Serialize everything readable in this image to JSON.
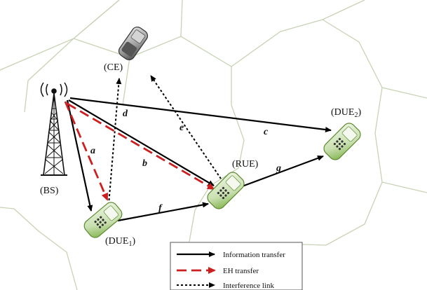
{
  "nodes": {
    "bs": "(BS)",
    "ce": "(CE)",
    "due1": "(DUE",
    "due1_sub": "1",
    "due2": "(DUE",
    "due2_sub": "2",
    "rue": "(RUE)",
    "close_paren": ")"
  },
  "links": {
    "a": "a",
    "b": "b",
    "c": "c",
    "d": "d",
    "e": "e",
    "f": "f",
    "g": "g"
  },
  "legend": {
    "information": "Information transfer",
    "eh": "EH transfer",
    "interference": "Interference link"
  },
  "colors": {
    "information": "#000000",
    "eh": "#cc1f1f",
    "interference": "#000000",
    "hexagon": "#c8d3b4",
    "phone_green": "#7fb24a",
    "phone_gray": "#6f6f6f"
  },
  "icons": {
    "bs": "base-station-tower-icon",
    "phone": "mobile-phone-icon"
  }
}
